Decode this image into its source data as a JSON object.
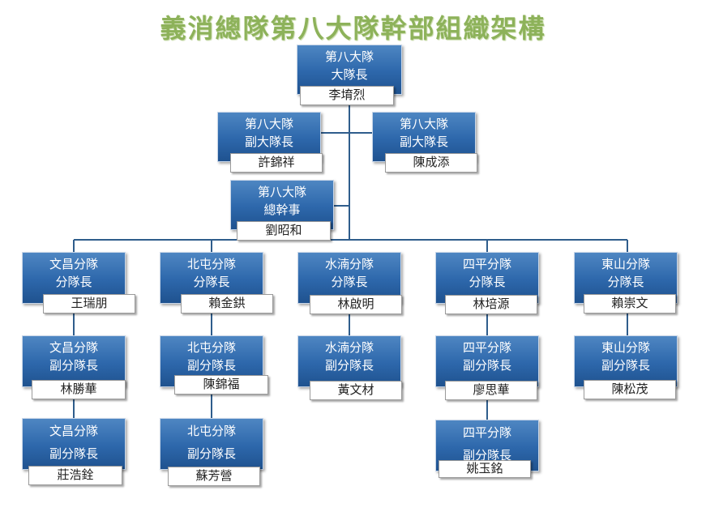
{
  "title": "義消總隊第八大隊幹部組織架構",
  "colors": {
    "title": "#8db25a",
    "box": "#2d67ab",
    "line": "#2f5d8c",
    "tag_bg": "#ffffff"
  },
  "nodes": {
    "chief": {
      "line1": "第八大隊",
      "line2": "大隊長",
      "name": "李堉烈"
    },
    "deputy_left": {
      "line1": "第八大隊",
      "line2": "副大隊長",
      "name": "許錦祥"
    },
    "deputy_right": {
      "line1": "第八大隊",
      "line2": "副大隊長",
      "name": "陳成添"
    },
    "secretary": {
      "line1": "第八大隊",
      "line2": "總幹事",
      "name": "劉昭和"
    },
    "wenchang_head": {
      "line1": "文昌分隊",
      "line2": "分隊長",
      "name": "王瑞朋"
    },
    "beitun_head": {
      "line1": "北屯分隊",
      "line2": "分隊長",
      "name": "賴金鉷"
    },
    "shuinan_head": {
      "line1": "水湳分隊",
      "line2": "分隊長",
      "name": "林啟明"
    },
    "siping_head": {
      "line1": "四平分隊",
      "line2": "分隊長",
      "name": "林培源"
    },
    "dongshan_head": {
      "line1": "東山分隊",
      "line2": "分隊長",
      "name": "賴崇文"
    },
    "wenchang_dep1": {
      "line1": "文昌分隊",
      "line2": "副分隊長",
      "name": "林勝華"
    },
    "beitun_dep1": {
      "line1": "北屯分隊",
      "line2": "副分隊長",
      "name": "陳錦福"
    },
    "shuinan_dep1": {
      "line1": "水湳分隊",
      "line2": "副分隊長",
      "name": "黃文材"
    },
    "siping_dep1": {
      "line1": "四平分隊",
      "line2": "副分隊長",
      "name": "廖思華"
    },
    "dongshan_dep1": {
      "line1": "東山分隊",
      "line2": "副分隊長",
      "name": "陳松茂"
    },
    "wenchang_dep2": {
      "line1": "文昌分隊",
      "line2": "副分隊長",
      "name": "莊浩銓"
    },
    "beitun_dep2": {
      "line1": "北屯分隊",
      "line2": "副分隊長",
      "name": "蘇芳營"
    },
    "siping_dep2": {
      "line1": "四平分隊",
      "line2": "副分隊長",
      "name": "姚玉銘"
    }
  }
}
